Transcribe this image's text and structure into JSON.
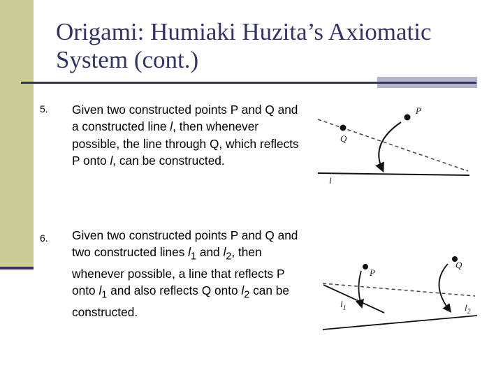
{
  "slide": {
    "title_line1": "Origami: Humiaki Huzita’s Axiomatic",
    "title_line2": "System (cont.)"
  },
  "items": [
    {
      "number": "5.",
      "text_a": "Given two constructed points P and Q and a constructed line ",
      "text_l": "l",
      "text_b": ", then whenever possible, the line through Q, which reflects P onto ",
      "text_l2": "l",
      "text_c": ", can be constructed."
    },
    {
      "number": "6.",
      "text_a": "Given two constructed points P and Q and two constructed lines ",
      "l1": "l",
      "l1_sub": "1",
      "and1": " and ",
      "l2": "l",
      "l2_sub": "2",
      "text_b": ", then whenever possible, a line that reflects P onto ",
      "l1b": "l",
      "l1b_sub": "1",
      "text_c": " and also reflects Q onto ",
      "l2b": "l",
      "l2b_sub": "2",
      "text_d": " can be constructed."
    }
  ],
  "figure5": {
    "label_p": "P",
    "label_q": "Q",
    "label_l": "l"
  },
  "figure6": {
    "label_p": "P",
    "label_q": "Q",
    "label_l1": "l",
    "label_l1_sub": "1",
    "label_l2": "l",
    "label_l2_sub": "2"
  },
  "colors": {
    "sidebar": "#cccc99",
    "rule": "#333366",
    "title": "#333366",
    "accent": "#b3b3cc"
  }
}
